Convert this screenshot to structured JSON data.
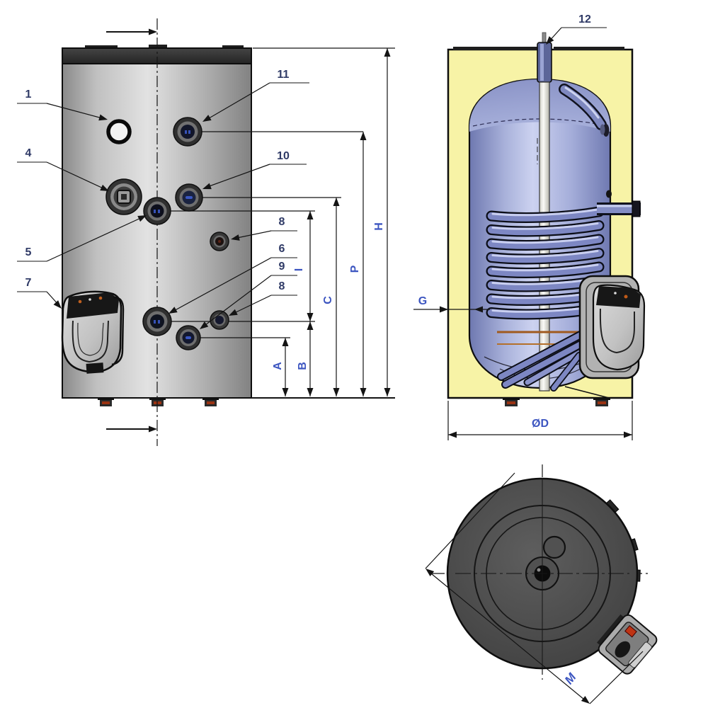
{
  "drawing": {
    "kind": "technical-drawing",
    "subject": "cylindrical water heater / boiler with coil heat exchanger",
    "views": {
      "front": "front view",
      "section": "cross-section view",
      "top": "top view"
    }
  },
  "callouts": {
    "c1": "1",
    "c4": "4",
    "c5": "5",
    "c7": "7",
    "c11": "11",
    "c10": "10",
    "c8a": "8",
    "c6": "6",
    "c9": "9",
    "c8b": "8",
    "c12": "12"
  },
  "dims": {
    "A": "A",
    "B": "B",
    "C": "C",
    "P": "P",
    "H": "H",
    "I": "I",
    "G": "G",
    "diameter": "ØD",
    "M": "M"
  },
  "colors": {
    "callout_text": "#2f3a66",
    "dimension_text": "#3c55c0",
    "insulation_yellow": "#f7f3a6",
    "tank_blue": "#9aa3d0",
    "body_gray": "#c4c4c4",
    "cap_dark": "#333333",
    "line": "#141414"
  }
}
